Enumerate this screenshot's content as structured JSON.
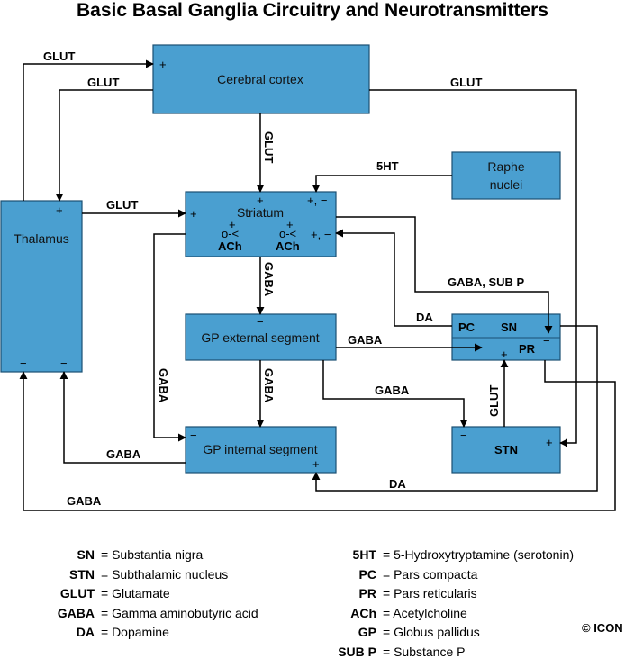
{
  "title": "Basic Basal Ganglia Circuitry and Neurotransmitters",
  "colors": {
    "box_fill": "#4a9fd0",
    "box_stroke": "#1a4f73",
    "line": "#000000",
    "background": "#ffffff"
  },
  "nodes": {
    "cortex": "Cerebral cortex",
    "thalamus": "Thalamus",
    "striatum": "Striatum",
    "gpe": "GP external segment",
    "gpi": "GP internal segment",
    "sn": "SN",
    "pc": "PC",
    "pr": "PR",
    "stn": "STN",
    "raphe_1": "Raphe",
    "raphe_2": "nuclei",
    "ach": "ACh"
  },
  "edges": {
    "glut": "GLUT",
    "gaba": "GABA",
    "da": "DA",
    "ht5": "5HT",
    "gaba_subp": "GABA, SUB P"
  },
  "signs": {
    "plus": "+",
    "minus": "−",
    "plus_minus": "+, −",
    "synapse": "o-<"
  },
  "legend": [
    {
      "abbr": "SN",
      "def": "Substantia nigra"
    },
    {
      "abbr": "STN",
      "def": "Subthalamic nucleus"
    },
    {
      "abbr": "GLUT",
      "def": "Glutamate"
    },
    {
      "abbr": "GABA",
      "def": "Gamma aminobutyric acid"
    },
    {
      "abbr": "DA",
      "def": "Dopamine"
    },
    {
      "abbr": "5HT",
      "def": "5-Hydroxytryptamine (serotonin)"
    },
    {
      "abbr": "PC",
      "def": "Pars compacta"
    },
    {
      "abbr": "PR",
      "def": "Pars reticularis"
    },
    {
      "abbr": "ACh",
      "def": "Acetylcholine"
    },
    {
      "abbr": "GP",
      "def": "Globus pallidus"
    },
    {
      "abbr": "SUB P",
      "def": "Substance P"
    }
  ],
  "legend_equals": "=",
  "copyright": "© ICON"
}
